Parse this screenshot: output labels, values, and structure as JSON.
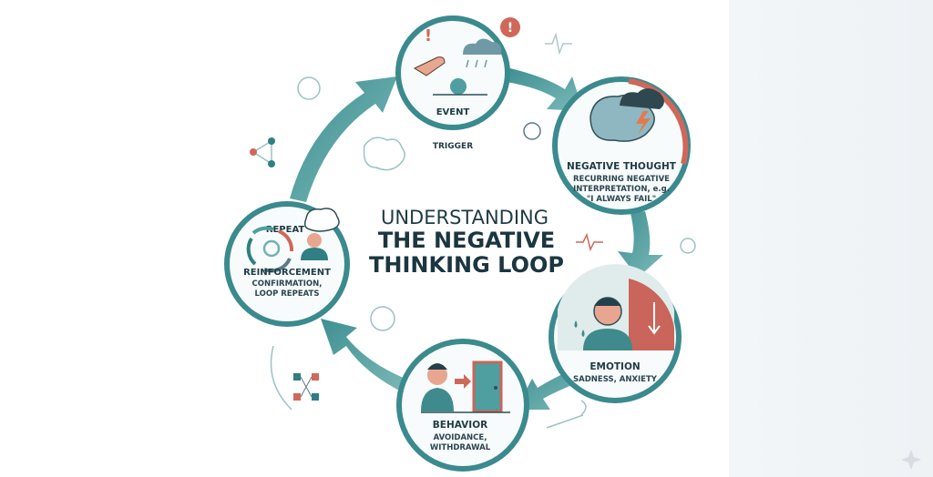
{
  "title": {
    "line1": "UNDERSTANDING",
    "line2": "THE NEGATIVE",
    "line3": "THINKING LOOP"
  },
  "nodes": {
    "event": {
      "label": "EVENT",
      "caption": "TRIGGER"
    },
    "thought": {
      "label": "NEGATIVE THOUGHT",
      "sub1": "RECURRING NEGATIVE",
      "sub2": "INTERPRETATION, e.g.",
      "sub3": "\"I ALWAYS FAIL\""
    },
    "emotion": {
      "label": "EMOTION",
      "sub1": "SADNESS, ANXIETY"
    },
    "behavior": {
      "label": "BEHAVIOR",
      "sub1": "AVOIDANCE,",
      "sub2": "WITHDRAWAL"
    },
    "repeat": {
      "top": "REPEAT",
      "label": "REINFORCEMENT",
      "sub1": "CONFIRMATION,",
      "sub2": "LOOP REPEATS"
    }
  },
  "colors": {
    "teal": "#2f7f84",
    "teal_light": "#6fb3b2",
    "coral": "#d0675a",
    "navy": "#1f3b45"
  }
}
